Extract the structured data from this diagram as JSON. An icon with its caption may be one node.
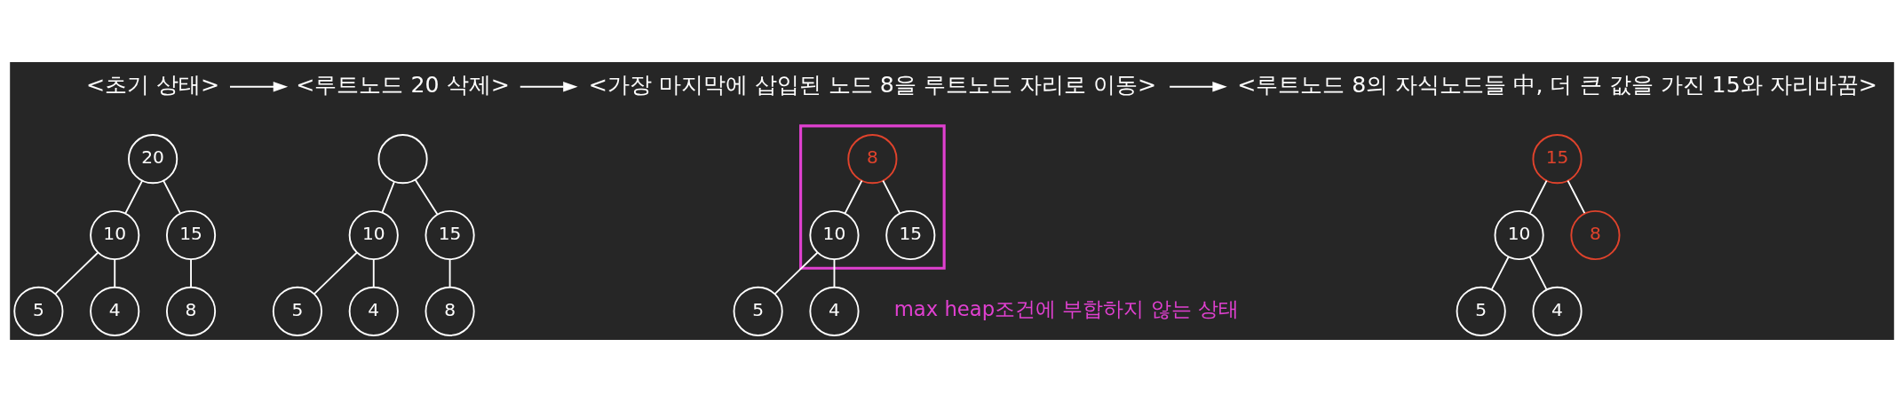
{
  "diagram": {
    "nodes": [
      {
        "text": [
          "<초기 상태>"
        ]
      },
      {
        "text": [
          "<루트노드 20 삭제>"
        ]
      },
      {
        "text": [
          "<가장 마지막에 삽입된 노드 8을 루트노드 자리로 이동>"
        ]
      },
      {
        "text": [
          "<루트노드 8의 자식노드들 中, 더 큰 값을 가진 15와 자리바꿈>"
        ]
      },
      {
        "text": [
          "20"
        ]
      },
      {
        "text": [
          "10"
        ]
      },
      {
        "text": [
          "15"
        ]
      },
      {
        "text": [
          "5"
        ]
      },
      {
        "text": [
          "4"
        ]
      },
      {
        "text": [
          "8"
        ]
      },
      {
        "text": [],
        "shape": "circle"
      },
      {
        "text": [
          "10"
        ]
      },
      {
        "text": [
          "15"
        ]
      },
      {
        "text": [
          "5"
        ]
      },
      {
        "text": [
          "4"
        ]
      },
      {
        "text": [
          "8"
        ]
      },
      {
        "text": [],
        "shape": "box"
      },
      {
        "text": [
          "8"
        ],
        "in": 16
      },
      {
        "text": [
          "10"
        ],
        "in": 16
      },
      {
        "text": [
          "15"
        ],
        "in": 16
      },
      {
        "text": [
          "5"
        ]
      },
      {
        "text": [
          "4"
        ]
      },
      {
        "text": [
          "15"
        ]
      },
      {
        "text": [
          "10"
        ]
      },
      {
        "text": [
          "8"
        ]
      },
      {
        "text": [
          "5"
        ]
      },
      {
        "text": [
          "4"
        ]
      }
    ],
    "edges": [
      {
        "from": 0,
        "to": 1,
        "arrow": "to"
      },
      {
        "from": 1,
        "to": 2,
        "arrow": "to"
      },
      {
        "from": 2,
        "to": 3,
        "arrow": "to"
      },
      {
        "from": 4,
        "to": 5,
        "arrow": "none"
      },
      {
        "from": 4,
        "to": 6,
        "arrow": "none"
      },
      {
        "from": 5,
        "to": 7,
        "arrow": "none"
      },
      {
        "from": 5,
        "to": 8,
        "arrow": "none"
      },
      {
        "from": 6,
        "to": 9,
        "arrow": "none"
      },
      {
        "from": 10,
        "to": 11,
        "arrow": "none"
      },
      {
        "from": 10,
        "to": 12,
        "arrow": "none"
      },
      {
        "from": 11,
        "to": 13,
        "arrow": "none"
      },
      {
        "from": 11,
        "to": 14,
        "arrow": "none"
      },
      {
        "from": 12,
        "to": 15,
        "arrow": "none"
      },
      {
        "from": 17,
        "to": 18,
        "arrow": "none"
      },
      {
        "from": 17,
        "to": 19,
        "arrow": "none"
      },
      {
        "from": 18,
        "to": 20,
        "arrow": "none"
      },
      {
        "from": 18,
        "to": 21,
        "arrow": "none"
      },
      {
        "from": 22,
        "to": 23,
        "arrow": "none"
      },
      {
        "from": 22,
        "to": 24,
        "arrow": "none"
      },
      {
        "from": 23,
        "to": 25,
        "arrow": "none"
      },
      {
        "from": 23,
        "to": 26,
        "arrow": "none"
      }
    ],
    "labels": [
      "max heap조건에 부합하지 않는 상태"
    ]
  }
}
